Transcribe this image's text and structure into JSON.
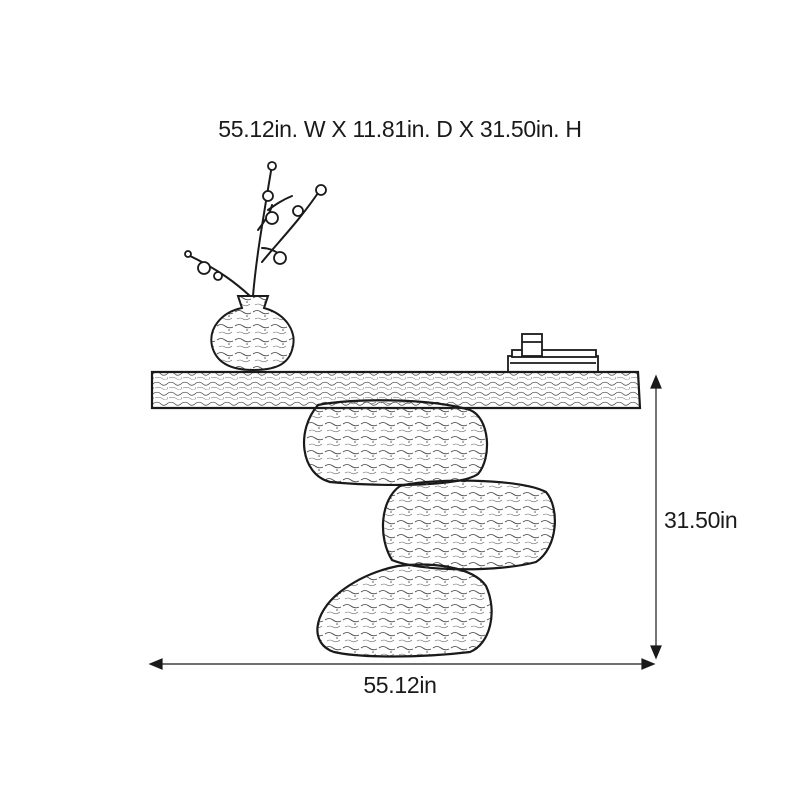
{
  "dimensions_title": "55.12in. W X 11.81in. D X 31.50in. H",
  "height_label": "31.50in",
  "width_label": "55.12in",
  "colors": {
    "ink": "#1a1a1a",
    "background": "#ffffff"
  }
}
